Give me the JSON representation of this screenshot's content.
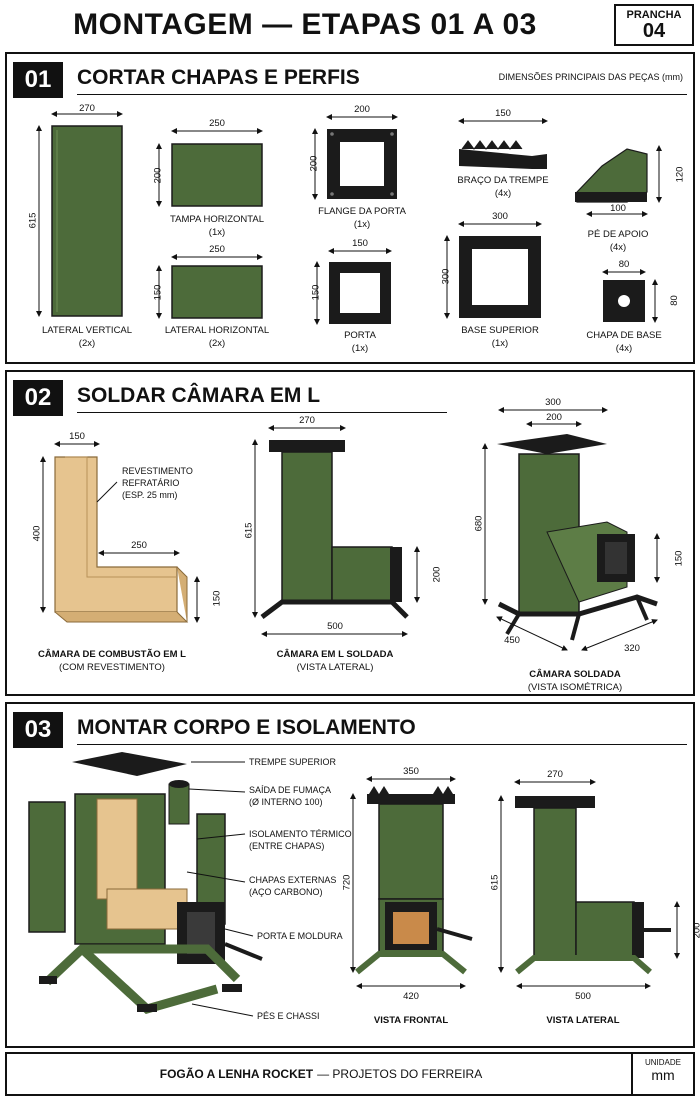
{
  "title": "MONTAGEM — ETAPAS 01 A 03",
  "plate": {
    "label": "PRANCHA",
    "number": "04"
  },
  "colors": {
    "steel_green": "#4d6b3a",
    "steel_green_light": "#6f8f55",
    "black_steel": "#1b1b1b",
    "refractory": "#e6c48f",
    "wood": "#c98a4a"
  },
  "step1": {
    "num": "01",
    "title": "CORTAR CHAPAS E PERFIS",
    "note": "DIMENSÕES PRINCIPAIS DAS PEÇAS (mm)",
    "parts": {
      "lateral_vertical": {
        "w": "270",
        "h": "615",
        "name": "LATERAL VERTICAL",
        "qty": "(2x)"
      },
      "tampa_horizontal": {
        "w": "250",
        "h": "200",
        "name": "TAMPA HORIZONTAL",
        "qty": "(1x)"
      },
      "lateral_horizontal": {
        "w": "250",
        "h": "150",
        "name": "LATERAL HORIZONTAL",
        "qty": "(2x)"
      },
      "flange_porta": {
        "w": "200",
        "h": "200",
        "name": "FLANGE DA PORTA",
        "qty": "(1x)"
      },
      "porta": {
        "w": "150",
        "h": "150",
        "name": "PORTA",
        "qty": "(1x)"
      },
      "braco_trempe": {
        "w": "150",
        "name": "BRAÇO DA TREMPE",
        "qty": "(4x)"
      },
      "base_superior": {
        "w": "300",
        "h": "300",
        "name": "BASE SUPERIOR",
        "qty": "(1x)"
      },
      "pe_apoio": {
        "w": "100",
        "h": "120",
        "name": "PÉ DE APOIO",
        "qty": "(4x)"
      },
      "chapa_base": {
        "w": "80",
        "h": "80",
        "name": "CHAPA DE BASE",
        "qty": "(4x)"
      }
    }
  },
  "step2": {
    "num": "02",
    "title": "SOLDAR CÂMARA EM L",
    "chamber": {
      "top": "150",
      "height": "400",
      "length": "250",
      "side": "150",
      "lining_note": [
        "REVESTIMENTO",
        "REFRATÁRIO",
        "(ESP. 25 mm)"
      ],
      "caption": [
        "CÂMARA DE COMBUSTÃO EM L",
        "(COM REVESTIMENTO)"
      ]
    },
    "side_view": {
      "top": "270",
      "height": "615",
      "mouth": "200",
      "length": "500",
      "caption": [
        "CÂMARA EM L SOLDADA",
        "(VISTA LATERAL)"
      ]
    },
    "iso_view": {
      "outer": "300",
      "inner": "200",
      "height": "680",
      "mouth": "150",
      "depth": "450",
      "width": "320",
      "caption": [
        "CÂMARA SOLDADA",
        "(VISTA ISOMÉTRICA)"
      ]
    }
  },
  "step3": {
    "num": "03",
    "title": "MONTAR CORPO E ISOLAMENTO",
    "callouts": {
      "trempe": "TREMPE SUPERIOR",
      "saida": [
        "SAÍDA DE FUMAÇA",
        "(Ø INTERNO 100)"
      ],
      "isolamento": [
        "ISOLAMENTO TÉRMICO",
        "(ENTRE CHAPAS)"
      ],
      "chapas": [
        "CHAPAS EXTERNAS",
        "(AÇO CARBONO)"
      ],
      "porta": "PORTA E MOLDURA",
      "pes": "PÉS E CHASSI"
    },
    "front": {
      "top": "350",
      "height": "720",
      "base": "420",
      "caption": "VISTA FRONTAL"
    },
    "side": {
      "top": "270",
      "height": "615",
      "mouth": "200",
      "base": "500",
      "caption": "VISTA LATERAL"
    }
  },
  "footer": {
    "project": "FOGÃO A LENHA ROCKET",
    "author": "— PROJETOS DO FERREIRA",
    "unit_label": "UNIDADE",
    "unit": "mm"
  }
}
